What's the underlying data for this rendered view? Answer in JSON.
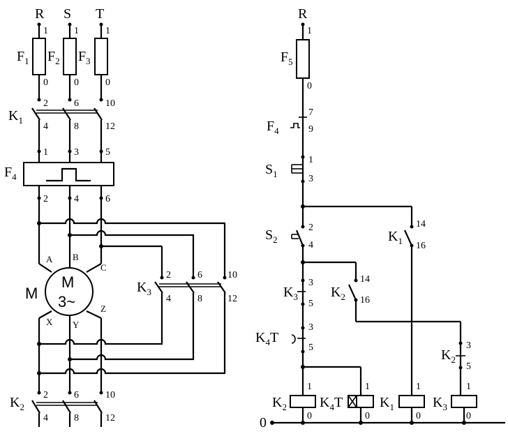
{
  "power_circuit": {
    "phases": [
      "R",
      "S",
      "T"
    ],
    "fuses": [
      {
        "label": "F",
        "sub": "1",
        "in": "1",
        "out": "0"
      },
      {
        "label": "F",
        "sub": "2",
        "in": "1",
        "out": "0"
      },
      {
        "label": "F",
        "sub": "3",
        "in": "1",
        "out": "0"
      }
    ],
    "k1": {
      "label": "K",
      "sub": "1",
      "top": [
        "2",
        "6",
        "10"
      ],
      "bottom": [
        "4",
        "8",
        "12"
      ]
    },
    "f4": {
      "label": "F",
      "sub": "4",
      "top": [
        "1",
        "3",
        "5"
      ],
      "bottom": [
        "2",
        "4",
        "6"
      ]
    },
    "motor": {
      "label": "M",
      "inner_top": "M",
      "inner_bottom": "3~",
      "terminals": [
        "A",
        "B",
        "C",
        "X",
        "Y",
        "Z"
      ]
    },
    "k3": {
      "label": "K",
      "sub": "3",
      "top": [
        "2",
        "6",
        "10"
      ],
      "bottom": [
        "4",
        "8",
        "12"
      ]
    },
    "k2": {
      "label": "K",
      "sub": "2",
      "top": [
        "2",
        "6",
        "10"
      ],
      "bottom": [
        "4",
        "8",
        "12"
      ]
    }
  },
  "control_circuit": {
    "supply": "R",
    "zero": "0",
    "f5": {
      "label": "F",
      "sub": "5",
      "in": "1",
      "out": "0"
    },
    "f4": {
      "label": "F",
      "sub": "4",
      "a": "7",
      "b": "9"
    },
    "s1": {
      "label": "S",
      "sub": "1",
      "a": "1",
      "b": "3"
    },
    "s2": {
      "label": "S",
      "sub": "2",
      "a": "2",
      "b": "4"
    },
    "k1_contact": {
      "label": "K",
      "sub": "1",
      "a": "14",
      "b": "16"
    },
    "k3_contact": {
      "label": "K",
      "sub": "3",
      "a": "3",
      "b": "5"
    },
    "k2_contact": {
      "label": "K",
      "sub": "2",
      "a": "14",
      "b": "16"
    },
    "k4t_contact": {
      "label": "K",
      "sub": "4",
      "suffix": "T",
      "a": "3",
      "b": "5"
    },
    "k2_nc": {
      "label": "K",
      "sub": "2",
      "a": "3",
      "b": "5"
    },
    "coils": [
      {
        "label": "K",
        "sub": "2",
        "suffix": "",
        "a": "1",
        "b": "0"
      },
      {
        "label": "K",
        "sub": "4",
        "suffix": "T",
        "a": "1",
        "b": "0"
      },
      {
        "label": "K",
        "sub": "1",
        "suffix": "",
        "a": "1",
        "b": "0"
      },
      {
        "label": "K",
        "sub": "3",
        "suffix": "",
        "a": "1",
        "b": "0"
      }
    ]
  }
}
